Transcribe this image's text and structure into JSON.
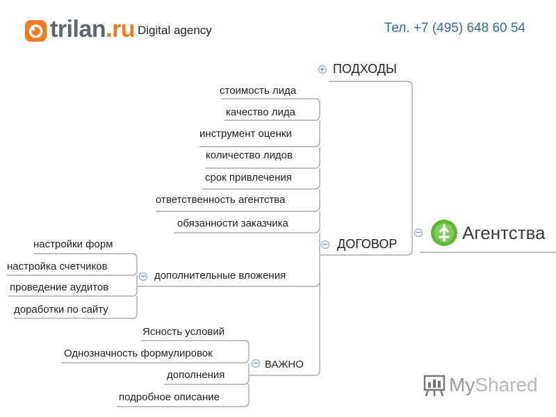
{
  "header": {
    "logo_main": "trilan",
    "logo_suffix": ".ru",
    "tagline": "Digital agency",
    "phone": "Тел. +7 (495) 648 60 54"
  },
  "mindmap": {
    "root": "Агентства",
    "approaches": "ПОДХОДЫ",
    "contract": "ДОГОВОР",
    "contract_items": [
      "стоимость лида",
      "качество лида",
      "инструмент оценки",
      "количество лидов",
      "срок привлечения",
      "ответственность агентства",
      "обязанности заказчика"
    ],
    "attachments": {
      "label": "дополнительные вложения",
      "items": [
        "настройки форм",
        "настройка счетчиков",
        "проведение аудитов",
        "доработки по сайту"
      ]
    },
    "important": {
      "label": "ВАЖНО",
      "items": [
        "Ясность условий",
        "Однозначность формулировок",
        "дополнения",
        "подробное описание"
      ]
    }
  },
  "watermark": {
    "part1": "My",
    "part2": "Shared"
  },
  "colors": {
    "accent": "#f47a20",
    "phone": "#2f6f8f",
    "line": "#9a9a9a",
    "root_icon": "#5cb82c"
  }
}
